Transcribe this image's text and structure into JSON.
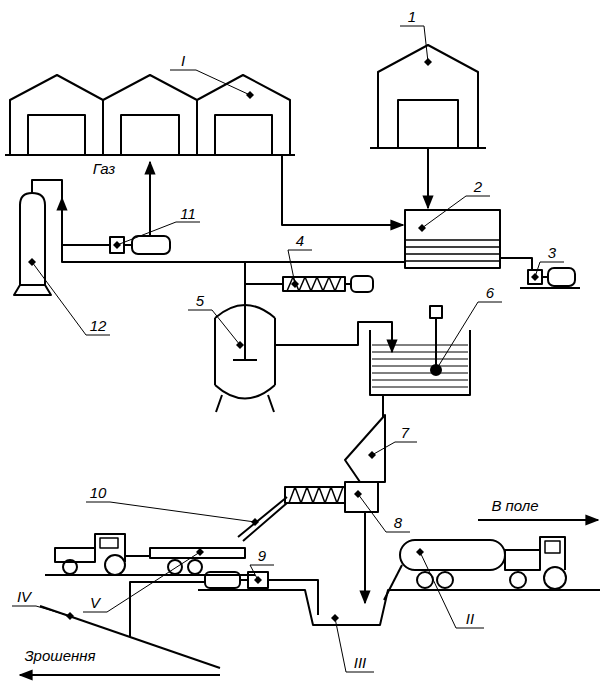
{
  "diagram": {
    "labels": [
      "I",
      "1",
      "Газ",
      "11",
      "2",
      "3",
      "12",
      "4",
      "5",
      "6",
      "7",
      "10",
      "8",
      "V",
      "9",
      "В поле",
      "IV",
      "III",
      "II",
      "Зрошення"
    ]
  }
}
